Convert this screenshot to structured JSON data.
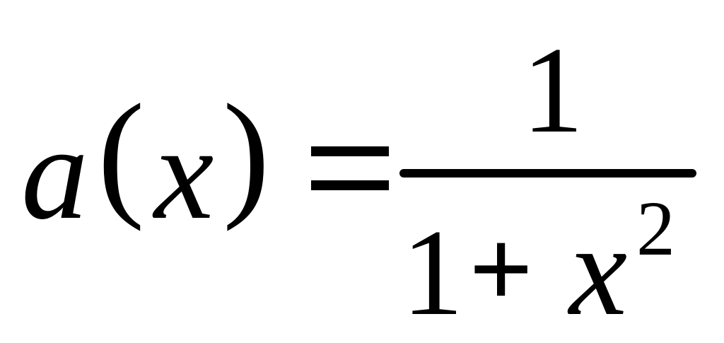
{
  "formula": {
    "lhs": {
      "function_name": "a",
      "open_paren": "(",
      "variable": "x",
      "close_paren": ")"
    },
    "fraction": {
      "numerator": "1",
      "denominator": {
        "one": "1",
        "plus": "+",
        "variable": "x",
        "exponent": "2"
      }
    }
  }
}
